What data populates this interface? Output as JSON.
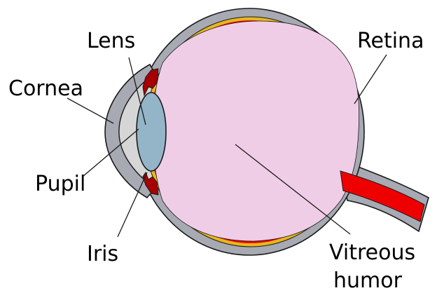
{
  "labels": {
    "lens": "Lens",
    "cornea": "Cornea",
    "pupil": "Pupil",
    "iris": "Iris",
    "retina": "Retina",
    "vitreous_line1": "Vitreous",
    "vitreous_line2": "humor"
  },
  "colors": {
    "sclera": "#a7aab2",
    "sclera_outline": "#1a1a1a",
    "choroid": "#e8b61f",
    "retina": "#ee0000",
    "vitreous": "#f0cde6",
    "lens": "#94b4c8",
    "aqueous": "#d6d6d6",
    "iris": "#a80000"
  }
}
